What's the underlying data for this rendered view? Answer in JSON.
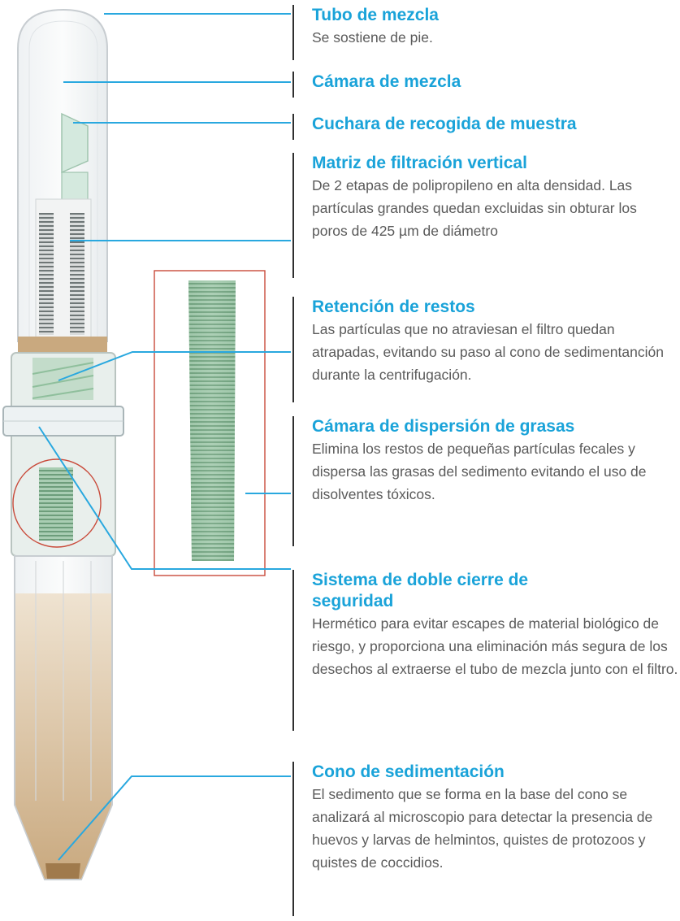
{
  "colors": {
    "accent": "#1aa3d9",
    "leader_line": "#29a8df",
    "inset_frame": "#c94a3a",
    "body_text": "#5a5a5a",
    "filter_green": "#8fbf9c",
    "sediment": "#c9a97f"
  },
  "labels": [
    {
      "title": "Tubo de mezcla",
      "desc": "Se sostiene de pie."
    },
    {
      "title": "Cámara de mezcla",
      "desc": ""
    },
    {
      "title": "Cuchara de recogida de muestra",
      "desc": ""
    },
    {
      "title": "Matriz de filtración vertical",
      "desc": "De 2 etapas de polipropileno en alta densidad. Las partículas grandes quedan excluidas sin obturar los poros de 425 µm de diámetro"
    },
    {
      "title": "Retención de restos",
      "desc": "Las partículas que no atraviesan el filtro quedan atrapadas, evitando su paso al cono de sedimentanción durante la centrifugación."
    },
    {
      "title": "Cámara de dispersión de grasas",
      "desc": "Elimina los restos de pequeñas partículas fecales y dispersa las grasas del sedimento evitando el uso de disolventes tóxicos."
    },
    {
      "title": "Sistema de doble cierre de seguridad",
      "desc": "Hermético para evitar escapes de material biológico de riesgo, y proporciona una eliminación más segura de los desechos al extraerse el tubo de mezcla junto con el filtro."
    },
    {
      "title": "Cono de sedimentación",
      "desc": "El sedimento que se forma en la base del cono se analizará al microscopio para detectar la presencia de huevos y larvas de helmintos, quistes de protozoos y quistes de coccidios."
    }
  ]
}
